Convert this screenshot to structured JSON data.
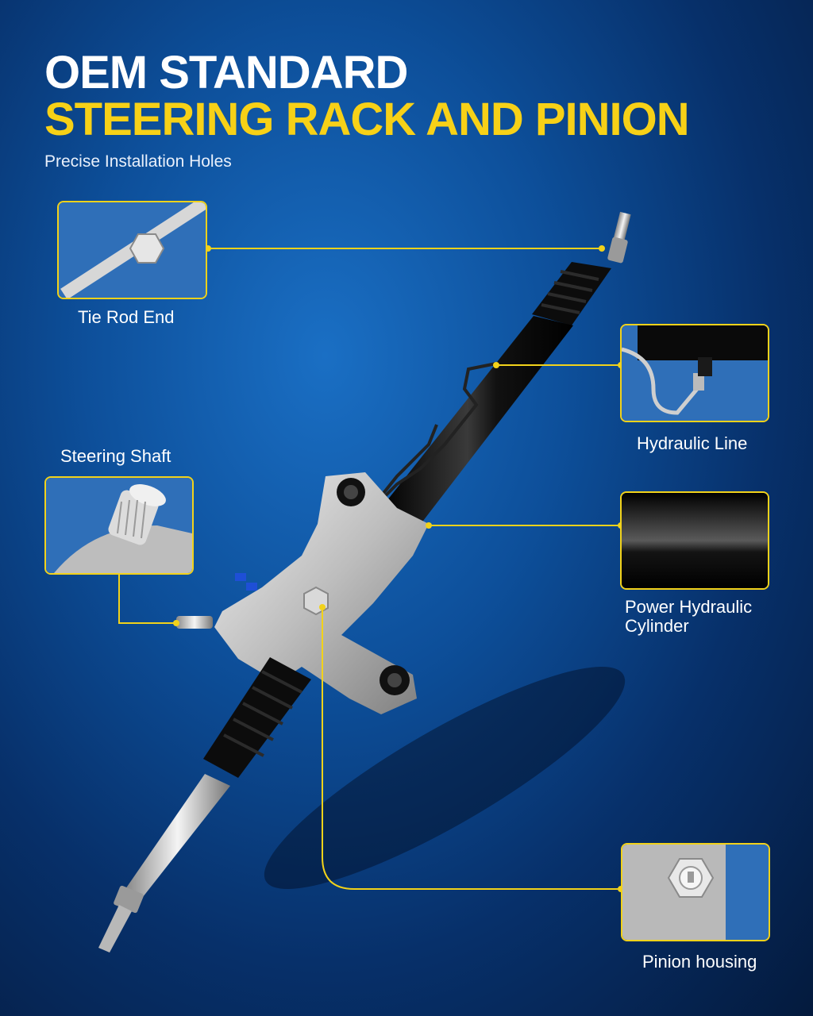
{
  "header": {
    "title_line1": "OEM STANDARD",
    "title_line2": "STEERING RACK AND PINION",
    "subtitle": "Precise Installation Holes",
    "accent_color": "#f7d117"
  },
  "callouts": [
    {
      "label": "Tie Rod End",
      "detail_icon": "threaded-rod-nut-icon"
    },
    {
      "label": "Hydraulic Line",
      "detail_icon": "bent-pipe-fitting-icon"
    },
    {
      "label": "Steering Shaft",
      "detail_icon": "splined-shaft-icon"
    },
    {
      "label": "Power Hydraulic Cylinder",
      "detail_icon": "black-cylinder-tube-icon"
    },
    {
      "label": "Pinion housing",
      "detail_icon": "hex-plug-housing-icon"
    }
  ],
  "colors": {
    "callout_border": "#f2d21a",
    "leader_line": "#f2d21a",
    "background_dark": "#041a3d",
    "background_light": "#1a6fc4"
  }
}
